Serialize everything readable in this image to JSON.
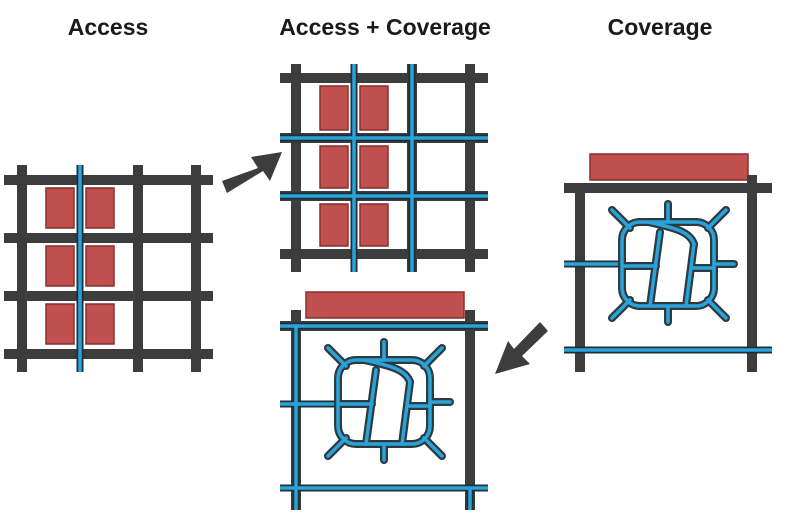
{
  "labels": {
    "access": "Access",
    "access_coverage": "Access + Coverage",
    "coverage": "Coverage"
  },
  "colors": {
    "road": "#3d3d3d",
    "transit": "#2aa3d8",
    "block": "#c0504d",
    "block_border": "#8a2e2c",
    "arrow": "#3d3d3d"
  },
  "icons": {
    "flow_1": "arrow-right-icon",
    "flow_2": "arrow-down-left-icon"
  }
}
